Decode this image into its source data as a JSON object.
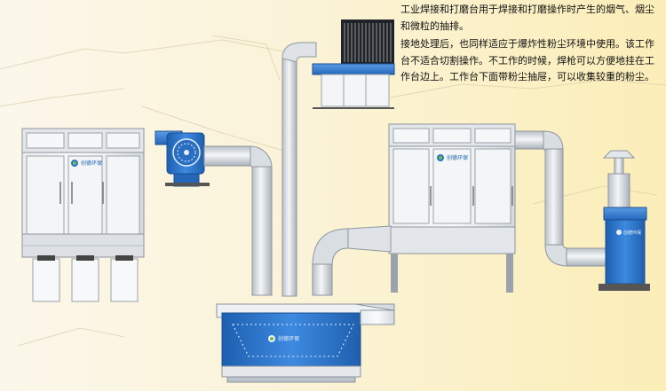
{
  "description": {
    "paragraphs": [
      "工业焊接和打磨台用于焊接和打磨操作时产生的烟气、烟尘和微粒的抽排。",
      "接地处理后，也同样适应于爆炸性粉尘环境中使用。该工作台不适合切割操作。不工作的时候，焊枪可以方便地挂在工作台边上。工作台下面带粉尘抽屉，可以收集较重的粉尘。"
    ]
  },
  "logos": {
    "cabinet_left": "创德环保",
    "cabinet_right": "创德环保",
    "workbench": "创德环保",
    "fan_right": "创德环保"
  },
  "colors": {
    "blue": "#2a74c8",
    "steel": "#d8dde2",
    "cabinet_panel": "#f2f3f4",
    "text": "#111111"
  }
}
